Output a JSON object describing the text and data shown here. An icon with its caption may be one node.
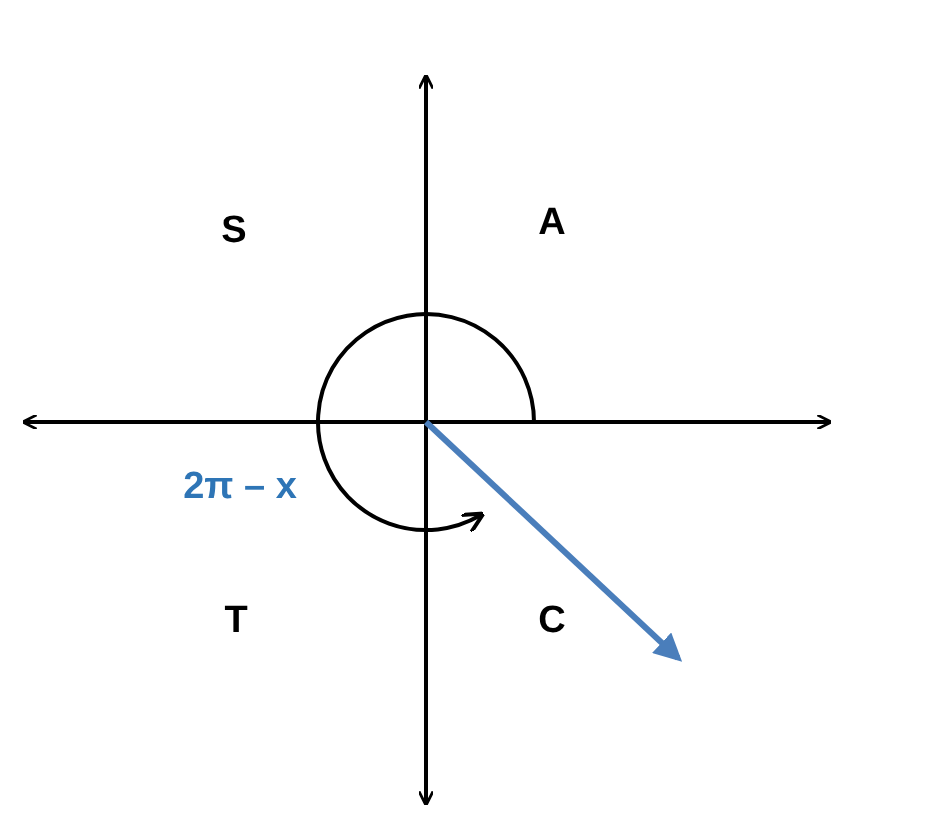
{
  "diagram": {
    "labels": [
      "S",
      "A",
      "2π – x",
      "T",
      "C"
    ]
  }
}
